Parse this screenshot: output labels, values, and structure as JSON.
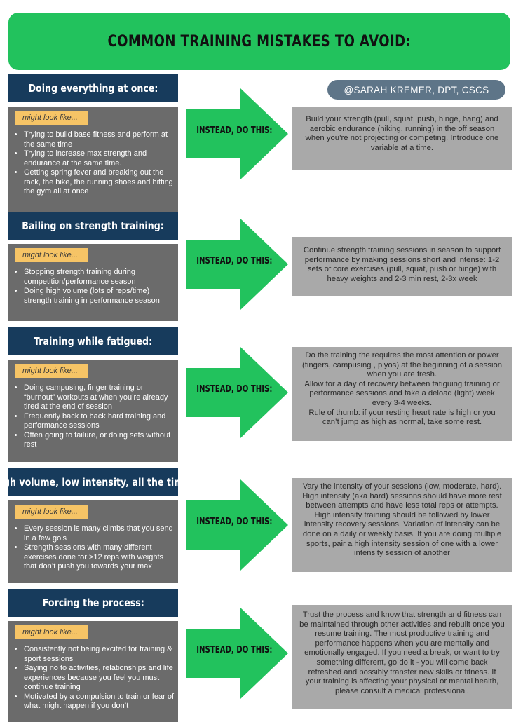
{
  "header": {
    "title": "COMMON TRAINING MISTAKES TO AVOID:"
  },
  "credit": "@SARAH KREMER, DPT, CSCS",
  "colors": {
    "banner": "#22c25d",
    "section_title_bg": "#173b5c",
    "left_box_bg": "#6b6b6b",
    "label_bg": "#f6c466",
    "arrow": "#22c25d",
    "right_box_bg": "#a9a9a9",
    "credit_bg": "#5e7588"
  },
  "arrow_label": "INSTEAD, DO THIS:",
  "sections": [
    {
      "title": "Doing everything at once:",
      "label": "might look like...",
      "bullets": [
        "Trying to build base fitness and perform at the same time",
        "Trying to increase max strength and endurance at the same time.",
        "Getting spring fever and breaking out the rack, the bike, the running shoes and hitting the gym all at once"
      ],
      "instead": [
        "Build your strength (pull, squat, push, hinge, hang) and aerobic endurance (hiking, running) in the off season when you’re not projecting or competing. Introduce one variable at a time."
      ]
    },
    {
      "title": "Bailing on strength training:",
      "label": "might look like...",
      "bullets": [
        "Stopping strength training during competition/performance season",
        "Doing high volume (lots of reps/time) strength training in performance season"
      ],
      "instead": [
        "Continue strength training sessions in season to support performance by making sessions short and intense: 1-2 sets of core exercises (pull, squat, push or hinge) with heavy weights and 2-3 min rest,  2-3x week"
      ]
    },
    {
      "title": "Training while fatigued:",
      "label": "might look like...",
      "bullets": [
        "Doing campusing,  finger training  or “burnout” workouts at when you’re already tired at the end of session",
        "Frequently back to back hard training and performance sessions",
        "Often going to failure, or doing sets without rest"
      ],
      "instead": [
        "Do the training the requires the most attention or power (fingers, campusing , plyos) at the beginning of a session when you are fresh.",
        "Allow for a day of recovery between fatiguing training or performance sessions and take a deload (light) week every 3-4 weeks.",
        "Rule of thumb: if your resting heart rate is high or you can’t jump as high as normal, take some rest."
      ]
    },
    {
      "title": "High volume, low intensity, all the time:",
      "label": "might look like...",
      "bullets": [
        "Every session is many climbs that you send in a few go’s",
        "Strength sessions with many different exercises done for >12 reps with weights that don’t push you towards your max"
      ],
      "instead": [
        "Vary the intensity of your sessions (low, moderate, hard). High intensity (aka hard) sessions should have more rest between attempts and have less total reps or attempts. High intensity training should be followed by lower intensity recovery sessions. Variation of intensity can be done on a daily or weekly basis. If you are doing multiple sports, pair a high intensity session of one with a lower intensity session of another"
      ]
    },
    {
      "title": "Forcing the process:",
      "label": "might look like...",
      "bullets": [
        "Consistently not being excited for training & sport sessions",
        "Saying no to activities, relationships and life experiences because you feel you must continue training",
        "Motivated by a compulsion to train or fear of what might happen if you don’t"
      ],
      "instead": [
        "Trust the process and know that strength and fitness can be maintained through other activities and rebuilt once you resume training. The most productive training and performance happens when you are mentally and emotionally engaged. If you need a break, or want to try something different, go do it - you will come back refreshed and possibly transfer new skills or fitness. If your training is affecting your physical or mental health, please consult a medical professional."
      ]
    }
  ]
}
